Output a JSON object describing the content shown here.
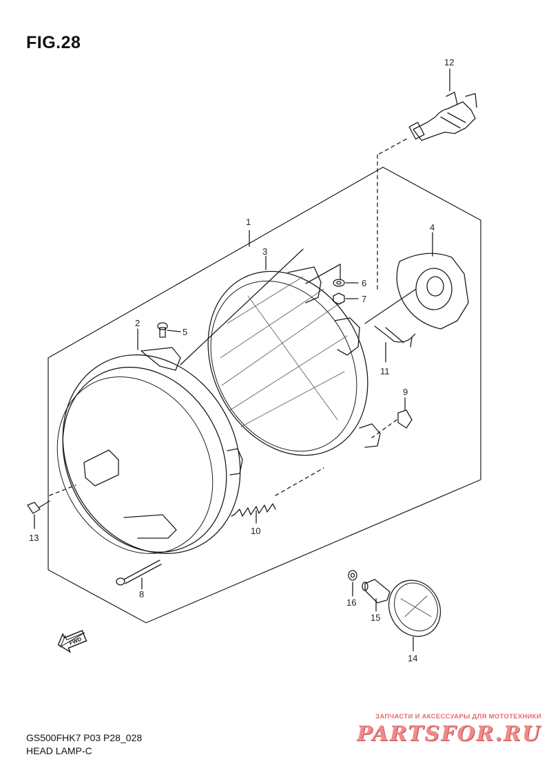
{
  "figure": {
    "title": "FIG.28"
  },
  "parts": [
    {
      "ref": "1"
    },
    {
      "ref": "2"
    },
    {
      "ref": "3"
    },
    {
      "ref": "4"
    },
    {
      "ref": "5"
    },
    {
      "ref": "6"
    },
    {
      "ref": "7"
    },
    {
      "ref": "8"
    },
    {
      "ref": "9"
    },
    {
      "ref": "10"
    },
    {
      "ref": "11"
    },
    {
      "ref": "12"
    },
    {
      "ref": "13"
    },
    {
      "ref": "14"
    },
    {
      "ref": "15"
    },
    {
      "ref": "16"
    }
  ],
  "direction": {
    "label": "FWD"
  },
  "footer": {
    "model_code": "GS500FHK7 P03 P28_028",
    "subtitle": "HEAD LAMP-C"
  },
  "watermark": {
    "tagline": "ЗАПЧАСТИ И АКСЕССУАРЫ ДЛЯ МОТОТЕХНИКИ",
    "brand": "PARTSFOR.RU",
    "color": "#e76a6a"
  }
}
